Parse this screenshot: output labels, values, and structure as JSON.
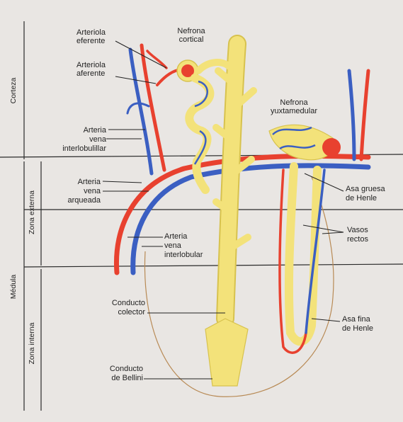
{
  "zones": {
    "corteza": "Corteza",
    "medula": "Médula",
    "zona_externa": "Zona externa",
    "zona_interna": "Zona interna"
  },
  "labels": {
    "arteriola_eferente": [
      "Arteriola",
      "eferente"
    ],
    "arteriola_aferente": [
      "Arteriola",
      "aferente"
    ],
    "nefrona_cortical": [
      "Nefrona",
      "cortical"
    ],
    "nefrona_yuxtamedular": [
      "Nefrona",
      "yuxtamedular"
    ],
    "arteria_vena_interlobulillar": [
      "Arteria",
      "vena",
      "interlobulillar"
    ],
    "arteria_vena_arqueada": [
      "Arteria",
      "vena",
      "arqueada"
    ],
    "asa_gruesa": [
      "Asa gruesa",
      "de Henle"
    ],
    "vasos_rectos": [
      "Vasos",
      "rectos"
    ],
    "arteria_vena_interlobular": [
      "Arteria",
      "vena",
      "interlobular"
    ],
    "conducto_colector": [
      "Conducto",
      "colector"
    ],
    "conducto_bellini": [
      "Conducto",
      "de Bellini"
    ],
    "asa_fina": [
      "Asa fina",
      "de Henle"
    ]
  },
  "colors": {
    "background": "#e9e6e3",
    "artery": "#e8412f",
    "vein": "#3b5fc2",
    "tubule": "#f3e27a",
    "tubule_edge": "#d7c24e",
    "zone_line": "#2a2a2a",
    "boundary": "#b88a55"
  }
}
